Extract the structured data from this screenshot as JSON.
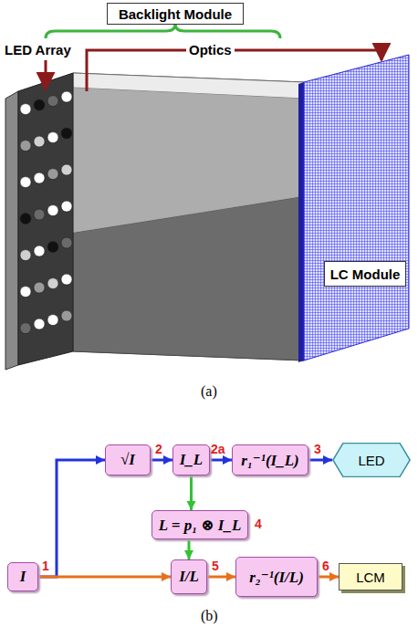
{
  "diagram": {
    "nodes": [
      {
        "text": [
          "Backlight Module"
        ]
      },
      {
        "text": [
          "LC Module"
        ]
      },
      {
        "text": [
          "I"
        ]
      },
      {
        "text": [
          "√I"
        ]
      },
      {
        "text": [
          "I_L"
        ]
      },
      {
        "text": [
          "r₁⁻¹(I_L)"
        ]
      },
      {
        "text": [
          "LED"
        ]
      },
      {
        "text": [
          "L = p₁ ⊗ I_L"
        ]
      },
      {
        "text": [
          "I/L"
        ]
      },
      {
        "text": [
          "r₂⁻¹(I/L)"
        ]
      },
      {
        "text": [
          "LCM"
        ]
      }
    ],
    "edges": [
      {
        "from": 2,
        "to": 3,
        "arrow": "to"
      },
      {
        "from": 3,
        "to": 4,
        "arrow": "to"
      },
      {
        "from": 4,
        "to": 5,
        "arrow": "to"
      },
      {
        "from": 5,
        "to": 6,
        "arrow": "to"
      },
      {
        "from": 4,
        "to": 7,
        "arrow": "to"
      },
      {
        "from": 7,
        "to": 8,
        "arrow": "to"
      },
      {
        "from": 2,
        "to": 8,
        "arrow": "to"
      },
      {
        "from": 8,
        "to": 9,
        "arrow": "to"
      },
      {
        "from": 9,
        "to": 10,
        "arrow": "to"
      }
    ],
    "labels": [
      "LED Array",
      "Optics",
      "(a)",
      "1",
      "2",
      "2a",
      "3",
      "4",
      "5",
      "6",
      "(b)"
    ]
  }
}
